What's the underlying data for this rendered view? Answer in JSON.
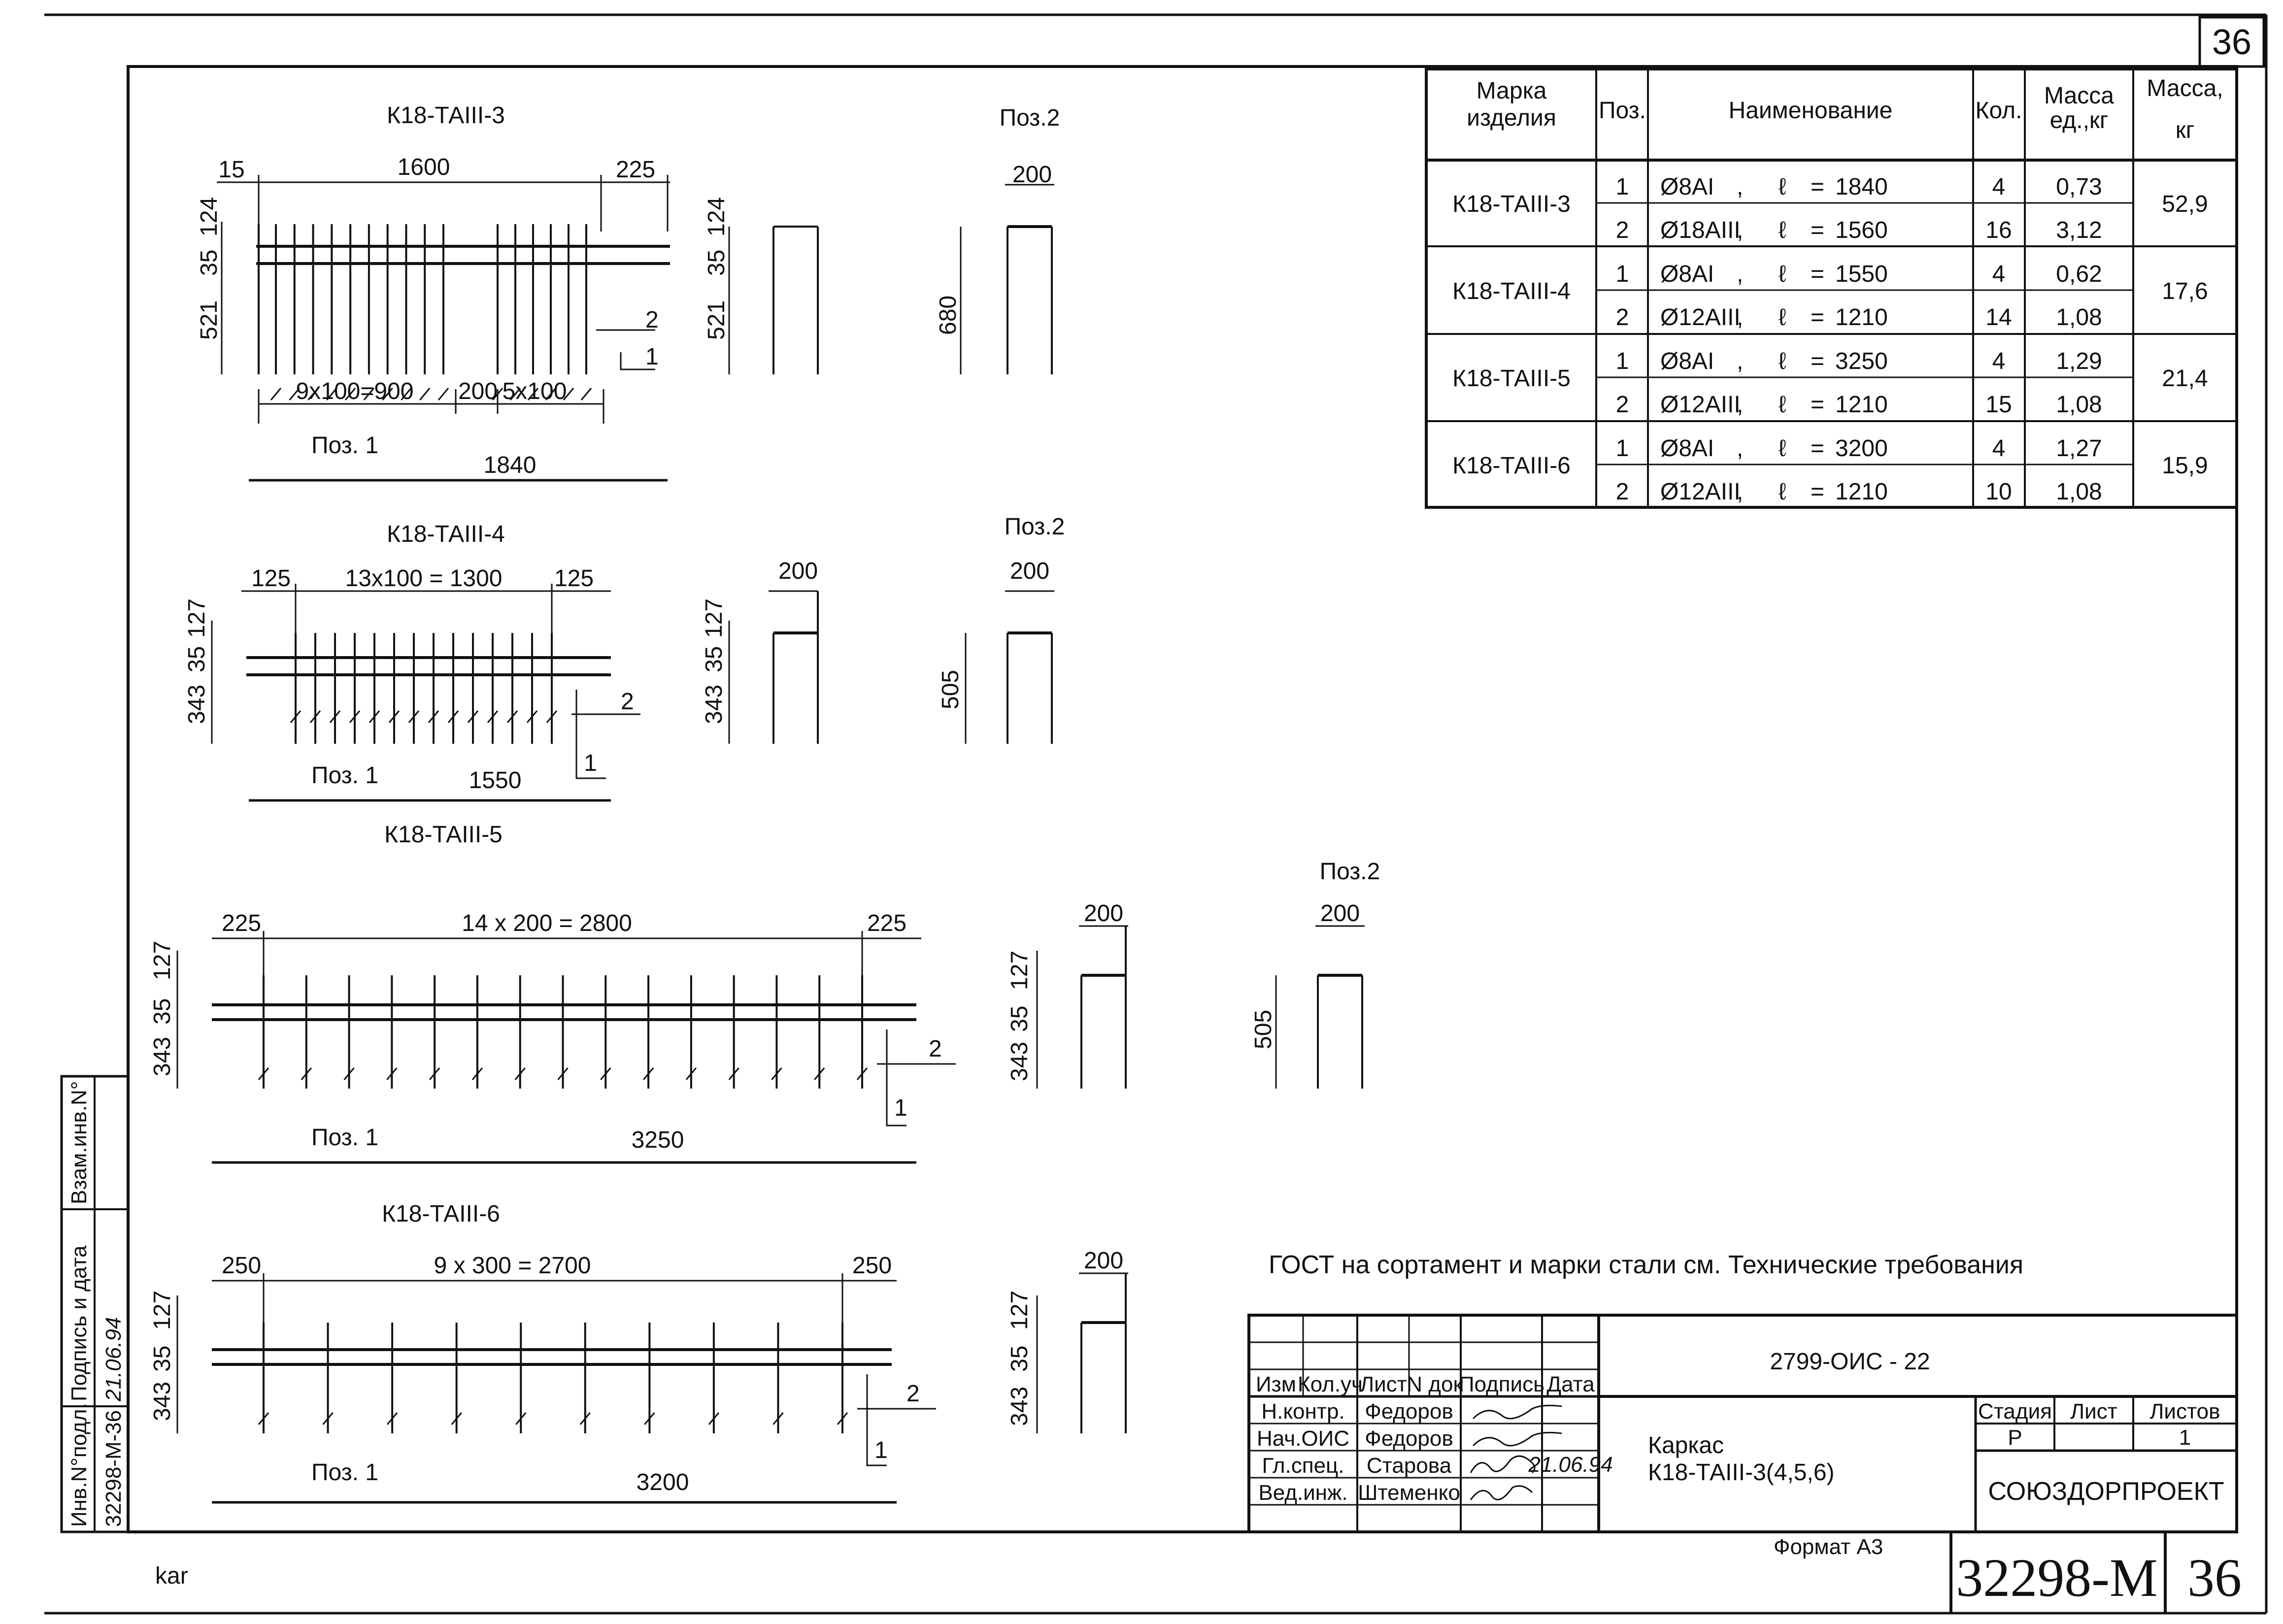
{
  "sheet": {
    "page_number": "36",
    "format": "Формат А3",
    "doc_code": "32298-М",
    "doc_sheet": "36",
    "corner_author": "kar"
  },
  "side_stamp": {
    "inv_podl_label": "Инв.N°подл.",
    "inv_podl_value": "32298-М-36",
    "sign_date_label": "Подпись и дата",
    "sign_date_value": "21.06.94",
    "vzam_label": "Взам.инв.N°"
  },
  "drawings": {
    "d1": {
      "title": "К18-ТАIII-3",
      "dims_top": [
        "15",
        "1600",
        "225"
      ],
      "dims_left": [
        "124",
        "35",
        "521"
      ],
      "dims_bottom": [
        "9х100=900",
        "200",
        "5х100"
      ],
      "pos_label": "Поз. 1",
      "length": "1840",
      "pos_marks": [
        "2",
        "1"
      ],
      "section_dims": [
        "124",
        "35",
        "521"
      ],
      "pos2_title": "Поз.2",
      "pos2_width": "200",
      "pos2_height": "680"
    },
    "d2": {
      "title": "К18-ТАIII-4",
      "dims_top": [
        "125",
        "13х100  =  1300",
        "125"
      ],
      "dims_left": [
        "127",
        "35",
        "343"
      ],
      "pos_label": "Поз. 1",
      "length": "1550",
      "pos_marks": [
        "2",
        "1"
      ],
      "section_width": "200",
      "section_dims": [
        "127",
        "35",
        "343"
      ],
      "pos2_title": "Поз.2",
      "pos2_width": "200",
      "pos2_height": "505"
    },
    "d3": {
      "title": "К18-ТАIII-5",
      "dims_top": [
        "225",
        "14  х  200  =   2800",
        "225"
      ],
      "dims_left": [
        "127",
        "35",
        "343"
      ],
      "pos_label": "Поз. 1",
      "length": "3250",
      "pos_marks": [
        "2",
        "1"
      ],
      "section_width": "200",
      "section_dims": [
        "127",
        "35",
        "343"
      ],
      "pos2_title": "Поз.2",
      "pos2_width": "200",
      "pos2_height": "505"
    },
    "d4": {
      "title": "К18-ТАIII-6",
      "dims_top": [
        "250",
        "9  х  300  =  2700",
        "250"
      ],
      "dims_left": [
        "127",
        "35",
        "343"
      ],
      "pos_label": "Поз. 1",
      "length": "3200",
      "pos_marks": [
        "2",
        "1"
      ],
      "section_width": "200",
      "section_dims": [
        "127",
        "35",
        "343"
      ]
    }
  },
  "spec_table": {
    "headers": {
      "mark": [
        "Марка",
        "изделия"
      ],
      "pos": "Поз.",
      "name": "Наименование",
      "qty": "Кол.",
      "unit_mass": [
        "Масса",
        "ед.,кг"
      ],
      "mass": [
        "Масса,",
        "кг"
      ]
    },
    "groups": [
      {
        "mark": "К18-ТАIII-3",
        "mass": "52,9",
        "rows": [
          {
            "pos": "1",
            "d": "Ø8АI",
            "l": "1840",
            "qty": "4",
            "unit": "0,73"
          },
          {
            "pos": "2",
            "d": "Ø18АIII",
            "l": "1560",
            "qty": "16",
            "unit": "3,12"
          }
        ]
      },
      {
        "mark": "К18-ТАIII-4",
        "mass": "17,6",
        "rows": [
          {
            "pos": "1",
            "d": "Ø8АI",
            "l": "1550",
            "qty": "4",
            "unit": "0,62"
          },
          {
            "pos": "2",
            "d": "Ø12АIII",
            "l": "1210",
            "qty": "14",
            "unit": "1,08"
          }
        ]
      },
      {
        "mark": "К18-ТАIII-5",
        "mass": "21,4",
        "rows": [
          {
            "pos": "1",
            "d": "Ø8АI",
            "l": "3250",
            "qty": "4",
            "unit": "1,29"
          },
          {
            "pos": "2",
            "d": "Ø12АIII",
            "l": "1210",
            "qty": "15",
            "unit": "1,08"
          }
        ]
      },
      {
        "mark": "К18-ТАIII-6",
        "mass": "15,9",
        "rows": [
          {
            "pos": "1",
            "d": "Ø8АI",
            "l": "3200",
            "qty": "4",
            "unit": "1,27"
          },
          {
            "pos": "2",
            "d": "Ø12АIII",
            "l": "1210",
            "qty": "10",
            "unit": "1,08"
          }
        ]
      }
    ],
    "l_symbol": "ℓ",
    "sep": ",",
    "eq": "="
  },
  "note": "ГОСТ на сортамент и марки стали см. Технические требования",
  "title_block": {
    "project_code": "2799-ОИС  -  22",
    "cols": [
      "Изм",
      "Кол.уч",
      "Лист",
      "N док",
      "Подпись",
      "Дата"
    ],
    "people": [
      {
        "role": "Н.контр.",
        "name": "Федоров"
      },
      {
        "role": "Нач.ОИС",
        "name": "Федоров"
      },
      {
        "role": "Гл.спец.",
        "name": "Старова",
        "date": "21.06.94"
      },
      {
        "role": "Вед.инж.",
        "name": "Штеменко"
      }
    ],
    "object_title": "Каркас",
    "object_subtitle": "К18-ТАIII-3(4,5,6)",
    "stage_label": "Стадия",
    "sheet_label": "Лист",
    "sheets_label": "Листов",
    "stage": "Р",
    "sheets": "1",
    "org": "СОЮЗДОРПРОЕКТ"
  }
}
